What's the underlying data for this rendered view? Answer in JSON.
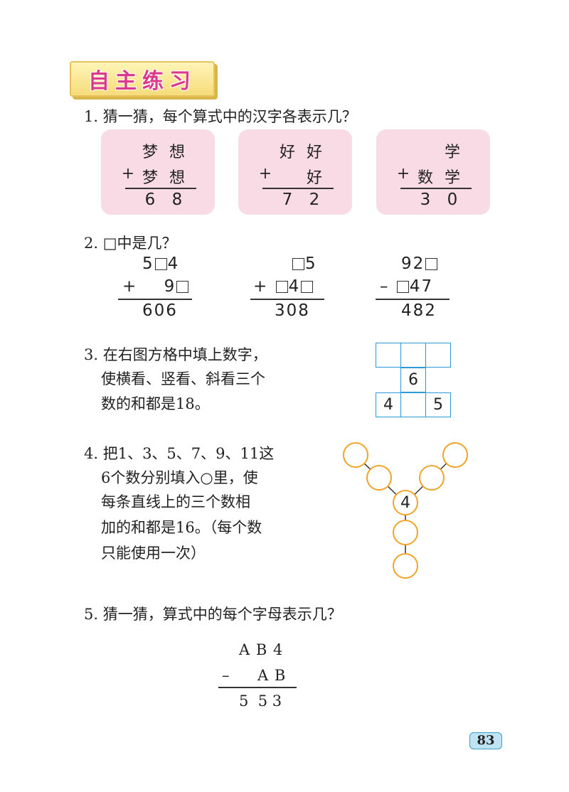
{
  "section_title": "自主练习",
  "q1": {
    "text": "1. 猜一猜，每个算式中的汉字各表示几？",
    "boxes": [
      {
        "top": [
          "梦",
          "想"
        ],
        "plus": "+",
        "second": [
          "梦",
          "想"
        ],
        "result": [
          "6",
          "8"
        ]
      },
      {
        "top": [
          "好",
          "好"
        ],
        "plus": "+",
        "second": [
          "",
          "好"
        ],
        "result": [
          "7",
          "2"
        ]
      },
      {
        "top": [
          "",
          "学"
        ],
        "plus": "+",
        "second": [
          "数",
          "学"
        ],
        "result": [
          "3",
          "0"
        ]
      }
    ]
  },
  "q2": {
    "text": "2. □中是几？",
    "p1": {
      "r1a": "5",
      "r1b": "4",
      "op": "+",
      "r2a": "9",
      "result": "606"
    },
    "p2": {
      "r1b": "5",
      "op": "+",
      "r2b": "4",
      "result": "308"
    },
    "p3": {
      "r1a": "92",
      "op": "–",
      "r2b": "47",
      "result": "482"
    }
  },
  "q3": {
    "lines": [
      "3. 在右图方格中填上数字，",
      "使横看、竖看、斜看三个",
      "数的和都是18。"
    ],
    "grid": {
      "center": "6",
      "bottom_left": "4",
      "bottom_right": "5"
    }
  },
  "q4": {
    "lines": [
      "4. 把1、3、5、7、9、11这",
      "6个数分别填入○里，使",
      "每条直线上的三个数相",
      "加的和都是16。（每个数",
      "只能使用一次）"
    ],
    "center": "4"
  },
  "q5": {
    "text": "5. 猜一猜，算式中的每个字母表示几？",
    "row1": "A B 4",
    "op": "–",
    "row2": "A B",
    "result": "5  5 3"
  },
  "page_number": "83",
  "colors": {
    "banner_text": "#d93a8a",
    "pink_box": "#f9dbe6",
    "grid_border": "#2a9ad8",
    "circle_border": "#f0a52a"
  }
}
